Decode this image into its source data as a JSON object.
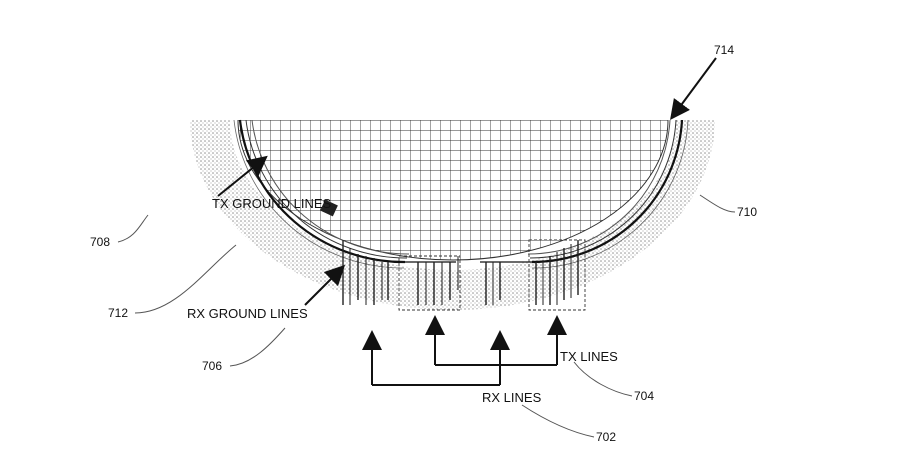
{
  "figure": {
    "labels": {
      "tx_ground_lines": "TX GROUND LINES",
      "rx_ground_lines": "RX GROUND LINES",
      "tx_lines": "TX LINES",
      "rx_lines": "RX LINES"
    },
    "refs": {
      "r714": "714",
      "r710": "710",
      "r708": "708",
      "r712": "712",
      "r706": "706",
      "r704": "704",
      "r702": "702"
    }
  }
}
